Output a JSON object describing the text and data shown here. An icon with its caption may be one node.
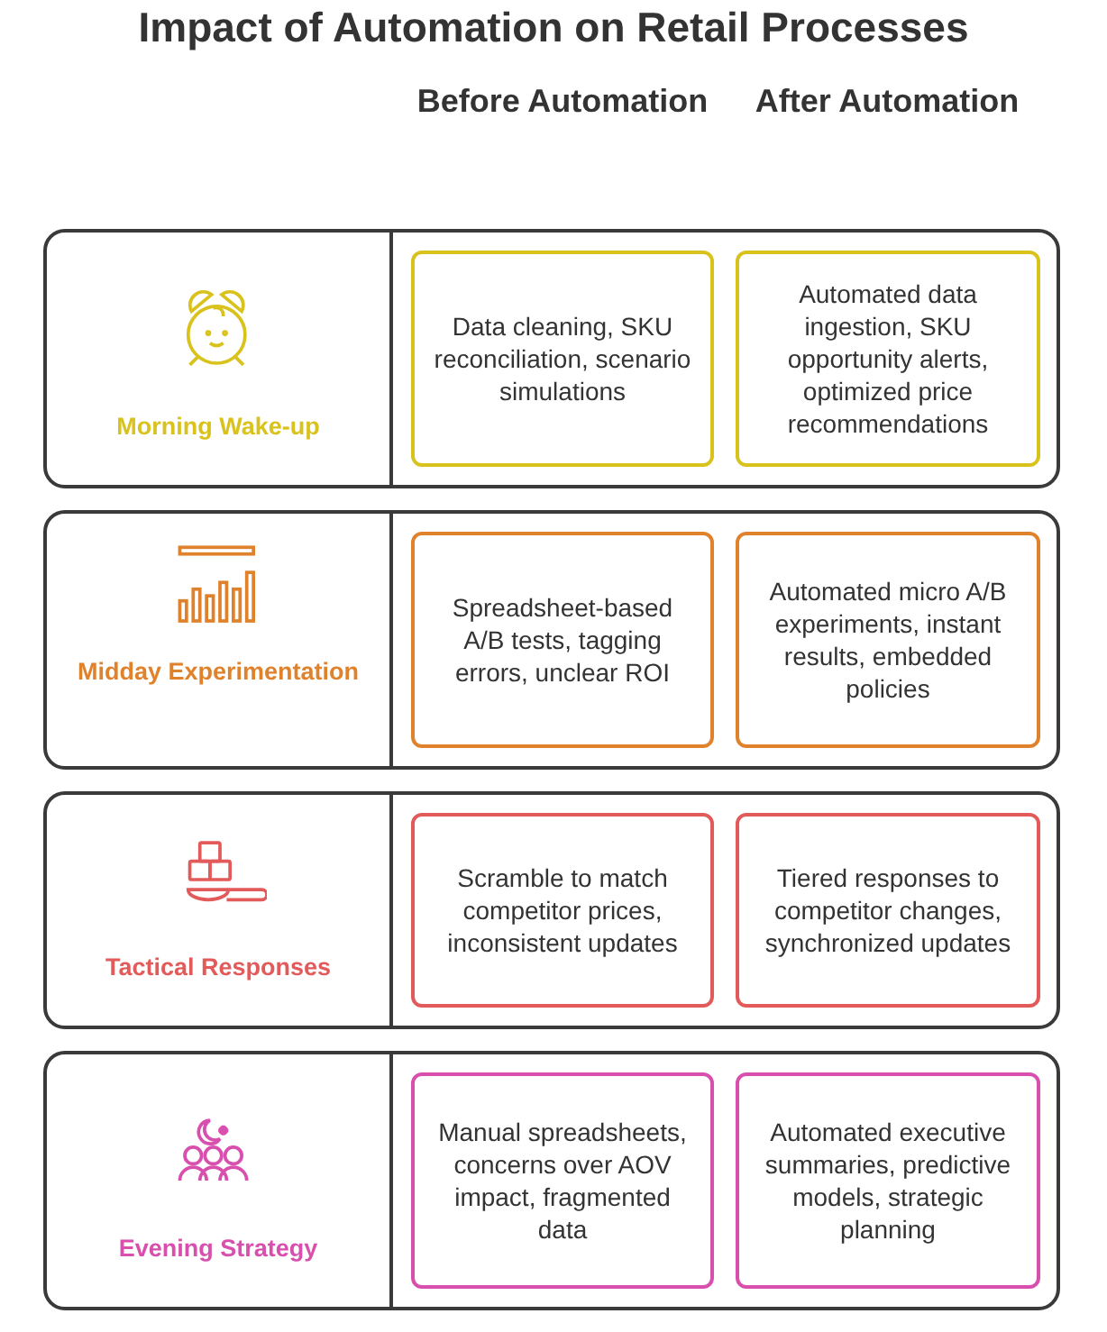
{
  "diagram": {
    "title": "Impact of Automation on Retail Processes",
    "nodes": [
      {
        "text": [
          "Morning Wake-up"
        ]
      },
      {
        "text": [
          "Data cleaning, SKU reconciliation, scenario simulations"
        ],
        "in": 0
      },
      {
        "text": [
          "Automated data ingestion, SKU opportunity alerts, optimized price recommendations"
        ],
        "in": 0
      },
      {
        "text": [
          "Midday Experimentation"
        ]
      },
      {
        "text": [
          "Spreadsheet-based A/B tests, tagging errors, unclear ROI"
        ],
        "in": 3
      },
      {
        "text": [
          "Automated micro A/B experiments, instant results, embedded policies"
        ],
        "in": 3
      },
      {
        "text": [
          "Tactical Responses"
        ]
      },
      {
        "text": [
          "Scramble to match competitor prices, inconsistent updates"
        ],
        "in": 6
      },
      {
        "text": [
          "Tiered responses to competitor changes, synchronized updates"
        ],
        "in": 6
      },
      {
        "text": [
          "Evening Strategy"
        ]
      },
      {
        "text": [
          "Manual spreadsheets, concerns over AOV impact, fragmented data"
        ],
        "in": 9
      },
      {
        "text": [
          "Automated executive summaries, predictive models, strategic planning"
        ],
        "in": 9
      }
    ],
    "labels": [
      "Before Automation",
      "After Automation"
    ]
  }
}
